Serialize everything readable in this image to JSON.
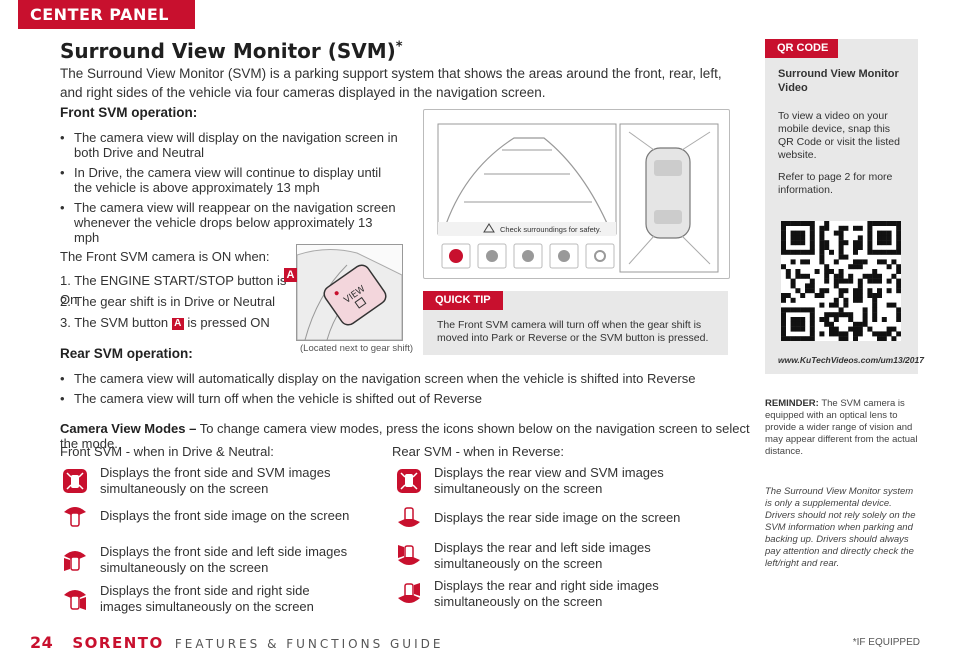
{
  "header": {
    "tab": "CENTER PANEL"
  },
  "title": {
    "text": "Surround View Monitor (SVM)",
    "marker": "*"
  },
  "intro": "The Surround View Monitor (SVM) is a parking support system that shows the areas around the front, rear, left, and right sides of the vehicle via four cameras displayed in the navigation screen.",
  "front": {
    "heading": "Front SVM operation:",
    "bullets": [
      "The camera view will display on the navigation screen in both Drive and Neutral",
      "In Drive, the camera view will continue to display until the vehicle is above approximately 13 mph",
      "The camera view will reappear on the navigation screen whenever the vehicle drops below approximately 13 mph"
    ],
    "on_when": "The Front SVM camera is ON when:",
    "steps": [
      "1. The ENGINE START/STOP button is On",
      "2. The gear shift is in Drive or Neutral",
      "3. The SVM button"
    ],
    "step3_badge": "A",
    "step3_suffix": "is pressed ON"
  },
  "button_photo": {
    "badge": "A",
    "button_text": "VIEW",
    "caption": "(Located next to gear shift)"
  },
  "screen": {
    "warning": "Check surroundings for safety."
  },
  "quick_tip": {
    "label": "QUICK TIP",
    "text": "The Front SVM camera will turn off when the gear shift is moved into Park or Reverse or the SVM button is pressed."
  },
  "rear": {
    "heading": "Rear SVM operation:",
    "bullets": [
      "The camera view will automatically display on the navigation screen when the vehicle is shifted into Reverse",
      "The camera view will turn off when the vehicle is shifted out of Reverse"
    ]
  },
  "modes": {
    "label": "Camera View Modes –",
    "text": "To change camera view modes, press the icons shown below on the navigation screen to select the mode.",
    "front_title": "Front SVM - when in Drive & Neutral:",
    "rear_title": "Rear SVM - when in Reverse:",
    "front_items": [
      "Displays the front side and SVM images simultaneously on the screen",
      "Displays the front side image on the screen",
      "Displays the front side and left side images simultaneously on the screen",
      "Displays the front side and right side images simultaneously on the screen"
    ],
    "rear_items": [
      "Displays the rear view and SVM images simultaneously on the screen",
      "Displays the rear side image on the screen",
      "Displays the rear and left side images simultaneously on the screen",
      "Displays the rear and right side images simultaneously on the screen"
    ]
  },
  "sidebar": {
    "label": "QR CODE",
    "title": "Surround View Monitor Video",
    "text1": "To view a video on your mobile device, snap this QR Code or visit the listed website.",
    "text2": "Refer to page 2 for more information.",
    "url": "www.KuTechVideos.com/um13/2017"
  },
  "reminder": {
    "label": "REMINDER:",
    "text": "The SVM camera is equipped with an optical lens to provide a wider range of vision and may appear different from the actual distance."
  },
  "disclaimer": "The Surround View Monitor system is only a supplemental device. Drivers should not rely solely on the SVM information when parking and backing up. Drivers should always pay attention and directly check the left/right and rear.",
  "footer": {
    "page": "24",
    "brand": "SORENTO",
    "guide": "FEATURES & FUNCTIONS GUIDE",
    "note": "*IF EQUIPPED"
  },
  "colors": {
    "accent": "#c8102e",
    "panel": "#e8e8e8"
  }
}
